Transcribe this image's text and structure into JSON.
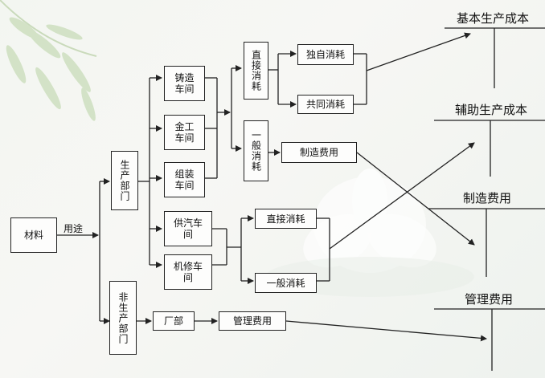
{
  "root": "材料",
  "use_label": "用途",
  "production_dept": "生产部门",
  "non_production_dept": "非生产部门",
  "workshops": {
    "casting": "铸造车间",
    "metalwork": "金工车间",
    "assembly": "组装车间",
    "steam_supply": "供汽车间",
    "repair": "机修车间",
    "factory_dept": "厂部"
  },
  "consumption": {
    "direct": "直接消耗",
    "general": "一般消耗",
    "sole": "独自消耗",
    "shared": "共同消耗",
    "direct_2": "直接消耗",
    "general_2": "一般消耗"
  },
  "expense": {
    "manufacturing": "制造费用",
    "management": "管理费用"
  },
  "cost_items": {
    "basic_production": "基本生产成本",
    "auxiliary_production": "辅助生产成本",
    "manufacturing_overhead": "制造费用",
    "management_expense": "管理费用"
  }
}
